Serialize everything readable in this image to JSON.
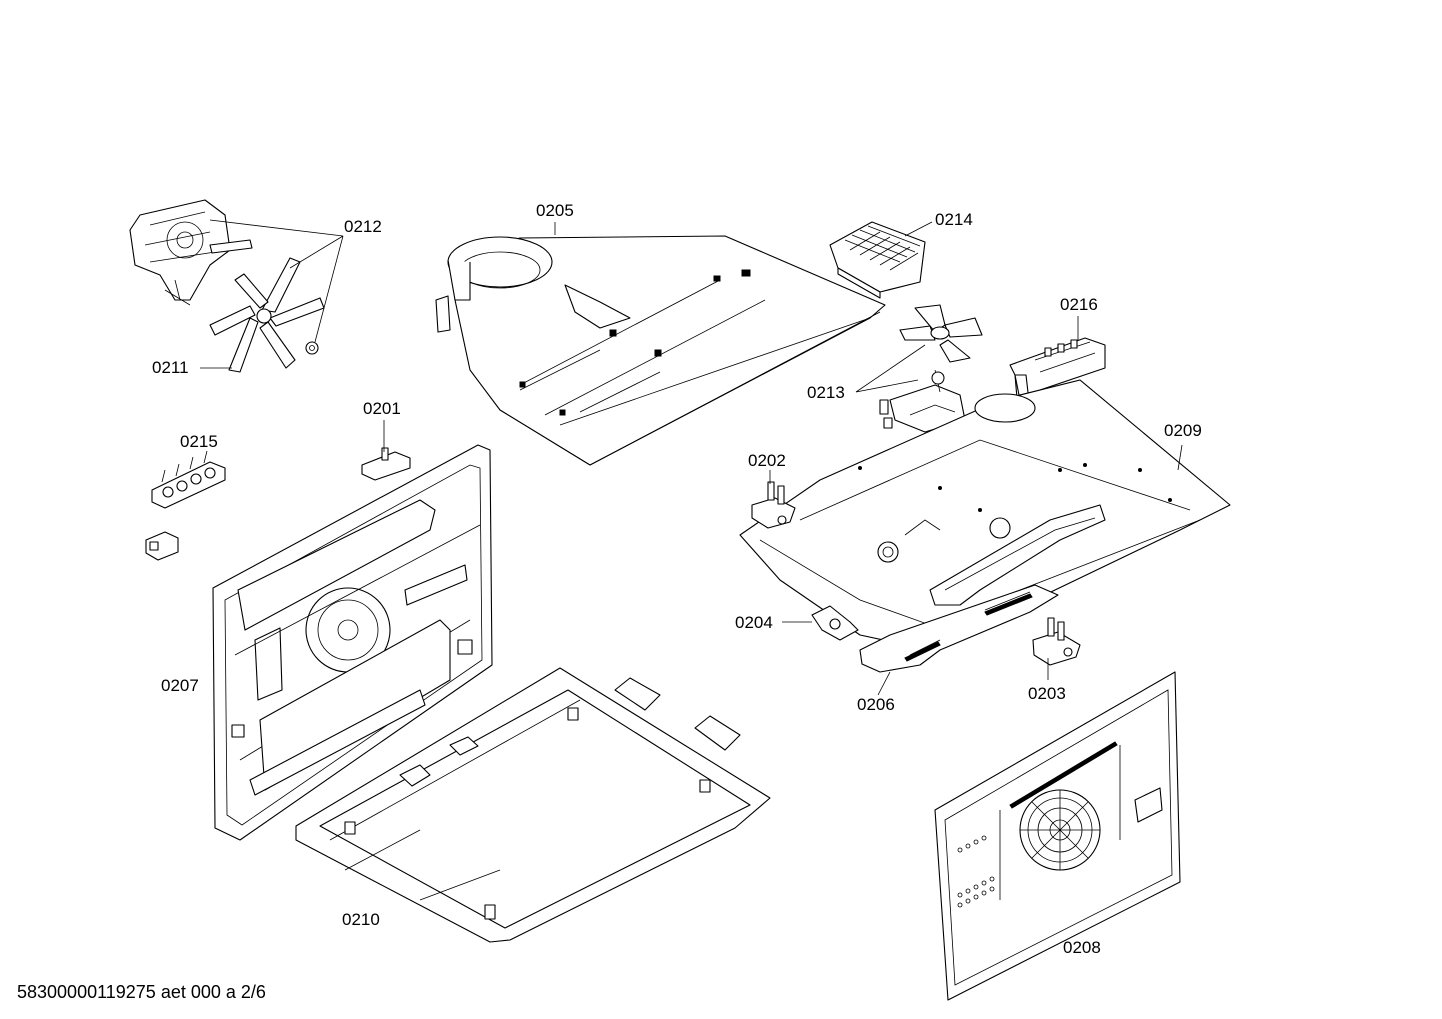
{
  "labels": {
    "p0201": "0201",
    "p0202": "0202",
    "p0203": "0203",
    "p0204": "0204",
    "p0205": "0205",
    "p0206": "0206",
    "p0207": "0207",
    "p0208": "0208",
    "p0209": "0209",
    "p0210": "0210",
    "p0211": "0211",
    "p0212": "0212",
    "p0213": "0213",
    "p0214": "0214",
    "p0215": "0215",
    "p0216": "0216"
  },
  "footer": "58300000119275 aet 000 a 2/6"
}
